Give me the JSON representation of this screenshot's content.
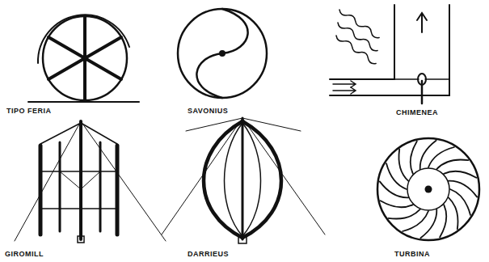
{
  "diagram": {
    "labels": [
      "TIPO FERIA",
      "SAVONIUS",
      "CHIMENEA",
      "GIROMILL",
      "DARRIEUS",
      "TURBINA"
    ]
  }
}
